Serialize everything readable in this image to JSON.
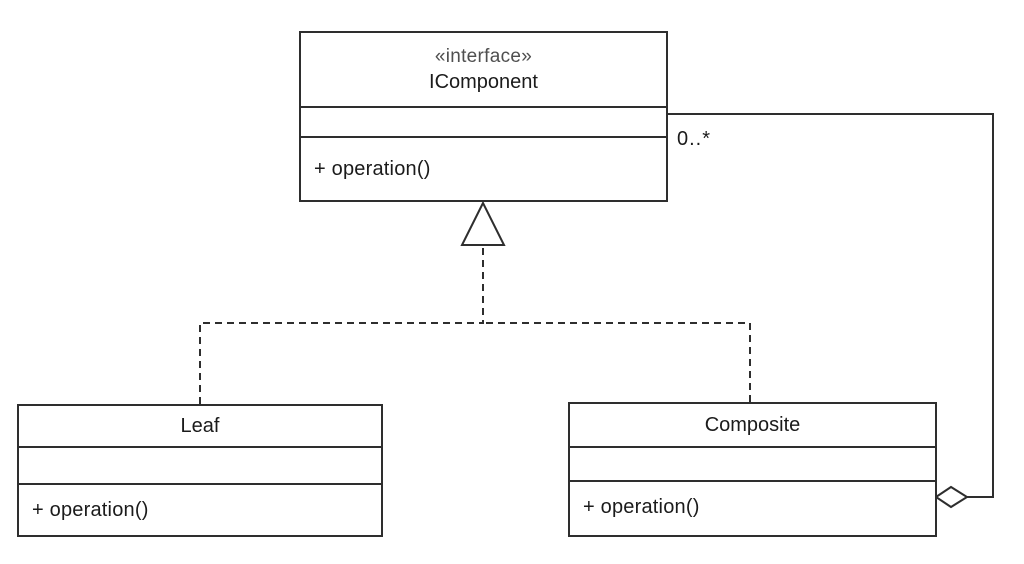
{
  "diagram": {
    "kind": "uml-class-diagram",
    "classes": [
      {
        "id": "icomponent",
        "stereotype": "«interface»",
        "name": "IComponent",
        "attributes": [],
        "methods": [
          "+ operation()"
        ]
      },
      {
        "id": "leaf",
        "stereotype": "",
        "name": "Leaf",
        "attributes": [],
        "methods": [
          "+ operation()"
        ]
      },
      {
        "id": "composite",
        "stereotype": "",
        "name": "Composite",
        "attributes": [],
        "methods": [
          "+ operation()"
        ]
      }
    ],
    "relationships": {
      "realizations": [
        {
          "from": "Leaf",
          "to": "IComponent",
          "style": "dashed-hollow-triangle"
        },
        {
          "from": "Composite",
          "to": "IComponent",
          "style": "dashed-hollow-triangle"
        }
      ],
      "aggregation": {
        "from": "Composite",
        "to": "IComponent",
        "style": "solid-hollow-diamond",
        "multiplicity": "0..*"
      }
    },
    "colors": {
      "line": "#2e2e2e",
      "text": "#1b1b1b",
      "stereotype_text": "#4f4f4f",
      "background": "#ffffff"
    }
  }
}
